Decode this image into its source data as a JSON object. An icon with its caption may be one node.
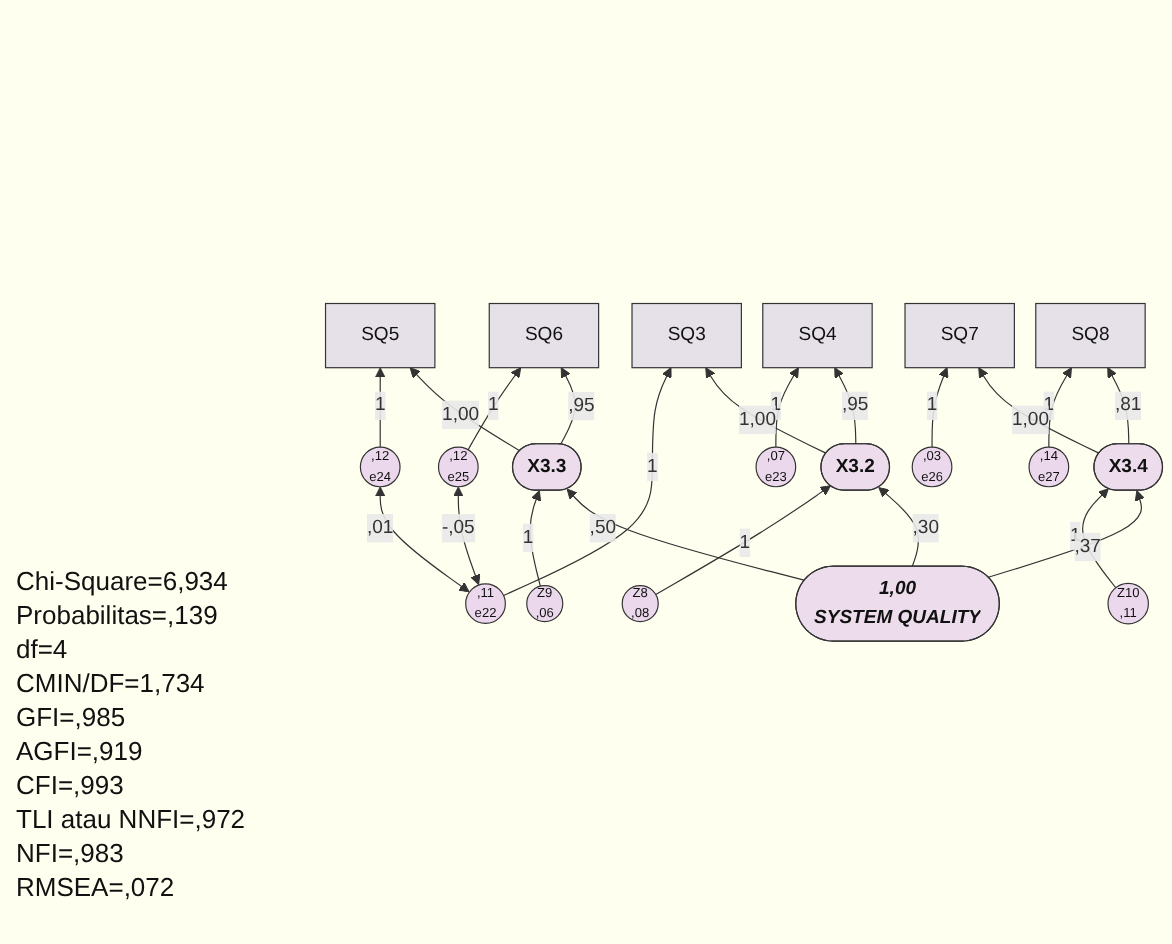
{
  "diagram": {
    "nodes": [
      {
        "text": [
          ",11",
          "e22"
        ]
      },
      {
        "text": [
          ",07",
          "e23"
        ]
      },
      {
        "text": [
          ",12",
          "e24"
        ]
      },
      {
        "text": [
          ",12",
          "e25"
        ]
      },
      {
        "text": [
          ",03",
          "e26"
        ]
      },
      {
        "text": [
          ",14",
          "e27"
        ]
      },
      {
        "text": [
          "SQ3"
        ]
      },
      {
        "text": [
          "SQ4"
        ]
      },
      {
        "text": [
          "SQ5"
        ]
      },
      {
        "text": [
          "SQ6"
        ]
      },
      {
        "text": [
          "SQ7"
        ]
      },
      {
        "text": [
          "SQ8"
        ]
      },
      {
        "text": [
          "X3.2"
        ]
      },
      {
        "text": [
          "X3.3"
        ]
      },
      {
        "text": [
          "X3.4"
        ]
      },
      {
        "text": [
          "Z8",
          ",08"
        ]
      },
      {
        "text": [
          "Z9",
          ",06"
        ]
      },
      {
        "text": [
          "Z10",
          ",11"
        ]
      },
      {
        "text": [
          "1,00",
          "SYSTEM QUALITY"
        ]
      }
    ],
    "edges": [
      {
        "from": 0,
        "to": 2,
        "arrow": "both",
        "label": ",01"
      },
      {
        "from": 0,
        "to": 3,
        "arrow": "both",
        "label": "-,05"
      },
      {
        "from": 0,
        "to": 6,
        "arrow": "to",
        "label": "1"
      },
      {
        "from": 1,
        "to": 7,
        "arrow": "to",
        "label": "1"
      },
      {
        "from": 2,
        "to": 8,
        "arrow": "to",
        "label": "1"
      },
      {
        "from": 3,
        "to": 9,
        "arrow": "to",
        "label": "1"
      },
      {
        "from": 4,
        "to": 10,
        "arrow": "to",
        "label": "1"
      },
      {
        "from": 5,
        "to": 11,
        "arrow": "to",
        "label": "1"
      },
      {
        "from": 12,
        "to": 6,
        "arrow": "to",
        "label": "1,00"
      },
      {
        "from": 12,
        "to": 7,
        "arrow": "to",
        "label": ",95"
      },
      {
        "from": 13,
        "to": 8,
        "arrow": "to",
        "label": "1,00"
      },
      {
        "from": 13,
        "to": 9,
        "arrow": "to",
        "label": ",95"
      },
      {
        "from": 14,
        "to": 10,
        "arrow": "to",
        "label": "1,00"
      },
      {
        "from": 14,
        "to": 11,
        "arrow": "to",
        "label": ",81"
      },
      {
        "from": 15,
        "to": 12,
        "arrow": "to",
        "label": "1"
      },
      {
        "from": 16,
        "to": 13,
        "arrow": "to",
        "label": "1"
      },
      {
        "from": 17,
        "to": 14,
        "arrow": "to",
        "label": "1"
      },
      {
        "from": 18,
        "to": 12,
        "arrow": "to",
        "label": ",30"
      },
      {
        "from": 18,
        "to": 13,
        "arrow": "to",
        "label": ",50"
      },
      {
        "from": 18,
        "to": 14,
        "arrow": "to",
        "label": ",37"
      }
    ],
    "labels": [
      "Chi-Square=6,934",
      "Probabilitas=,139",
      "df=4",
      "CMIN/DF=1,734",
      "GFI=,985",
      "AGFI=,919",
      "CFI=,993",
      "TLI atau NNFI=,972",
      "NFI=,983",
      "RMSEA=,072"
    ]
  }
}
